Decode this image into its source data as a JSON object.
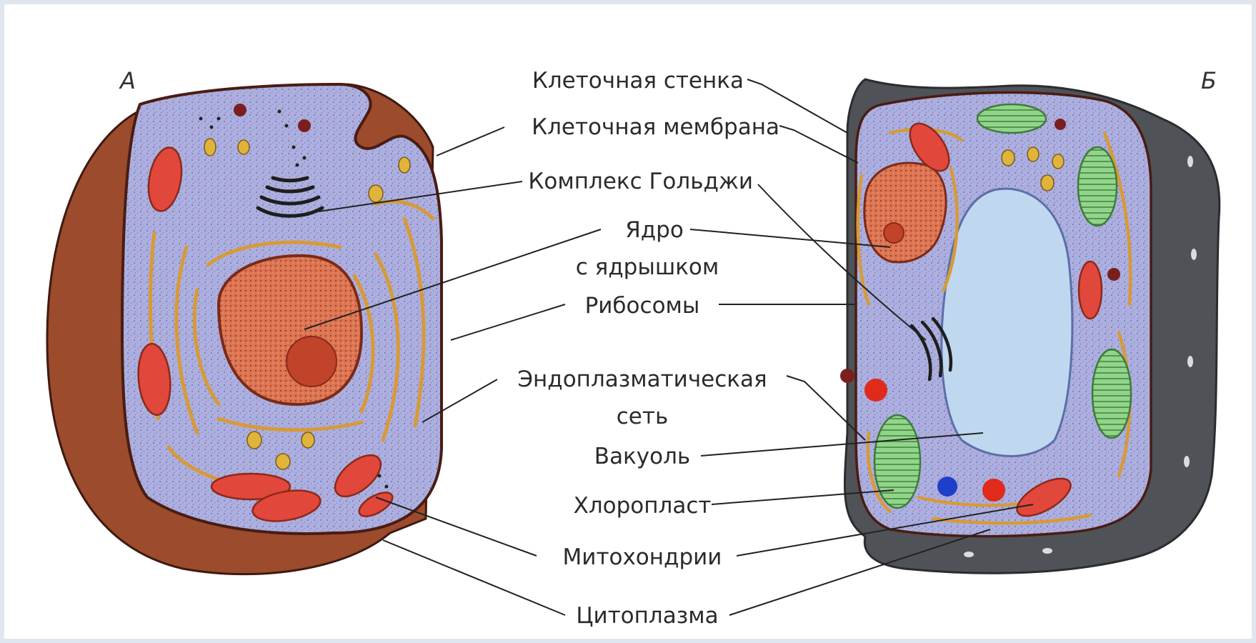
{
  "panel_labels": {
    "animal": "А",
    "plant": "Б"
  },
  "labels": {
    "cell_wall": "Клеточная стенка",
    "cell_membrane": "Клеточная мембрана",
    "golgi": "Комплекс Гольджи",
    "nucleus_line1": "Ядро",
    "nucleus_line2": "с ядрышком",
    "ribosomes": "Рибосомы",
    "er_line1": "Эндоплазматическая",
    "er_line2": "сеть",
    "vacuole": "Вакуоль",
    "chloroplast": "Хлоропласт",
    "mitochondria": "Митохондрии",
    "cytoplasm": "Цитоплазма"
  },
  "colors": {
    "cytoplasm": "#a9aee0",
    "cell_body_brown": "#9b4a2c",
    "mitochondria": "#e0453a",
    "golgi": "#222222",
    "er": "#e0a43a",
    "nucleus": "#d9704a",
    "chloroplast": "#8fd18a",
    "vacuole": "#bcd6f0",
    "cell_wall": "#4f5257"
  }
}
